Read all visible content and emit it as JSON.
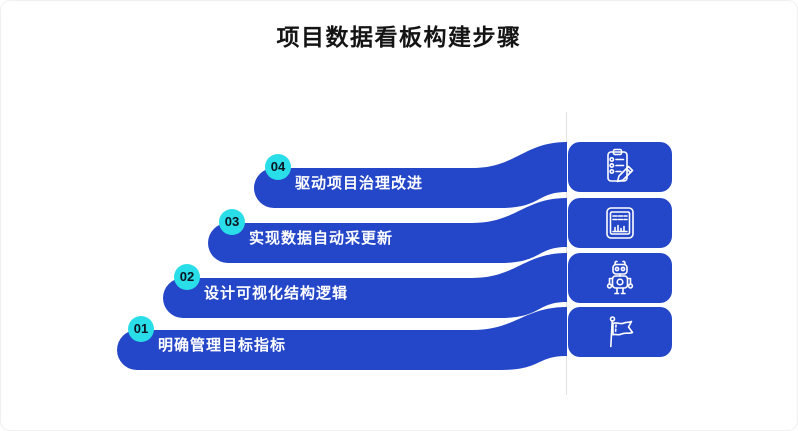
{
  "title": "项目数据看板构建步骤",
  "steps": [
    {
      "number": "04",
      "label": "驱动项目治理改进",
      "icon": "checklist-pencil-icon"
    },
    {
      "number": "03",
      "label": "实现数据自动采更新",
      "icon": "report-dashboard-icon"
    },
    {
      "number": "02",
      "label": "设计可视化结构逻辑",
      "icon": "robot-icon"
    },
    {
      "number": "01",
      "label": "明确管理目标指标",
      "icon": "flag-icon"
    }
  ],
  "colors": {
    "primary_blue": "#2446C8",
    "badge_cyan": "#29DEE8",
    "badge_text": "#0B1220",
    "bar_text": "#FFFFFF",
    "title_text": "#141414",
    "divider": "#E0E0E0",
    "card_bg": "#FFFFFF"
  }
}
